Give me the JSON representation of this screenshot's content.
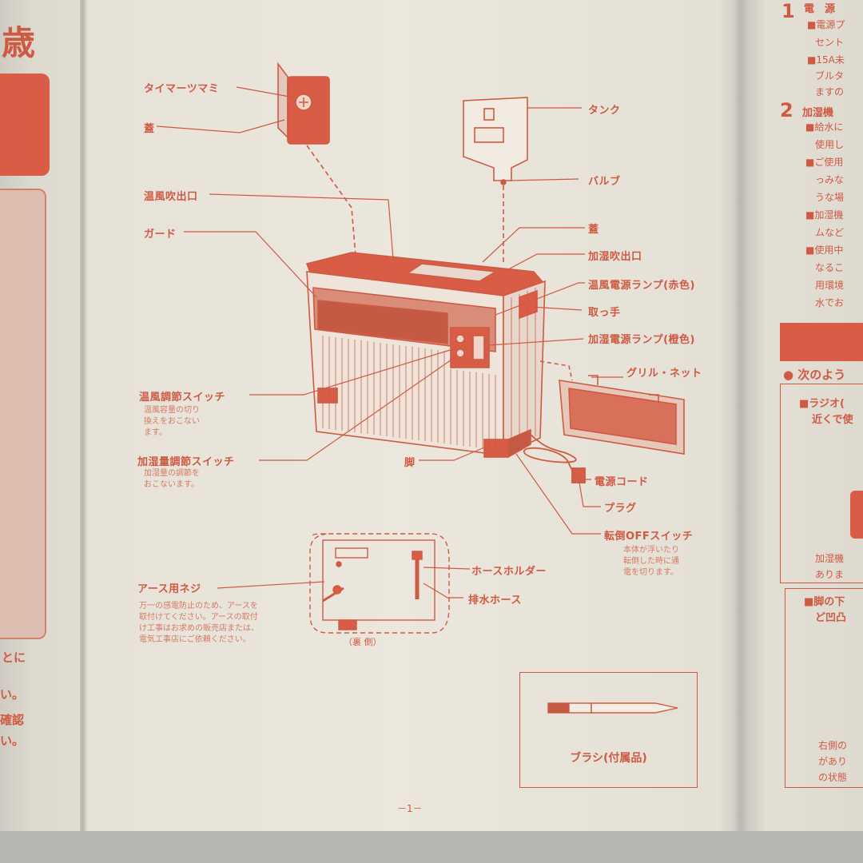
{
  "left_panel": {
    "char_top": "歳",
    "line1": "とに",
    "line2": "い。",
    "line3": "確認",
    "line4": "い。"
  },
  "labels": {
    "timer_knob": "タイマーツマミ",
    "lid_left": "蓋",
    "warm_air_outlet": "温風吹出口",
    "guard": "ガード",
    "warm_air_switch": "温風調節スイッチ",
    "warm_air_switch_note": "温風容量の切り\n換えをおこない\nます。",
    "humid_switch": "加湿量調節スイッチ",
    "humid_switch_note": "加湿量の調節を\nおこないます。",
    "tank": "タンク",
    "valve": "バルブ",
    "lid_right": "蓋",
    "humid_outlet": "加湿吹出口",
    "warm_power_lamp": "温風電源ランプ(赤色)",
    "handle": "取っ手",
    "humid_power_lamp": "加湿電源ランプ(橙色)",
    "grill_net": "グリル・ネット",
    "leg": "脚",
    "power_cord": "電源コード",
    "plug": "プラグ",
    "tip_over_switch": "転倒OFFスイッチ",
    "tip_over_note": "本体が浮いたり\n転倒した時に通\n電を切ります。",
    "earth_screw": "アース用ネジ",
    "earth_note": "万一の感電防止のため、アースを\n取付けてください。アースの取付\nけ工事はお求めの販売店または、\n電気工事店にご依頼ください。",
    "hose_holder": "ホースホルダー",
    "drain_hose": "排水ホース",
    "back_side": "（裏 側）",
    "brush": "ブラシ(付属品)",
    "page_number": "－1－"
  },
  "right_panel": {
    "sec1_num": "1",
    "sec1_title": "電　源",
    "sec1_l1": "■電源プ",
    "sec1_l2": "セント",
    "sec1_l3": "■15A未",
    "sec1_l4": "ブルタ",
    "sec1_l5": "ますの",
    "sec2_num": "2",
    "sec2_title": "加湿機",
    "sec2_l1": "■給水に",
    "sec2_l2": "使用し",
    "sec2_l3": "■ご使用",
    "sec2_l4": "っみな",
    "sec2_l5": "うな場",
    "sec2_l6": "■加湿機",
    "sec2_l7": "ムなど",
    "sec2_l8": "■使用中",
    "sec2_l9": "なるこ",
    "sec2_l10": "用環境",
    "sec2_l11": "水でお",
    "bullet_heading": "● 次のよう",
    "box1_l1": "■ラジオ(",
    "box1_l2": "近くで使",
    "box1_l3": "加湿機",
    "box1_l4": "ありま",
    "box2_l1": "■脚の下",
    "box2_l2": "ど凹凸",
    "box2_l3": "右側の",
    "box2_l4": "があり",
    "box2_l5": "の状態"
  },
  "colors": {
    "ink": "#cf5a43",
    "paper": "#e8e4da",
    "tab": "#d85c46"
  }
}
